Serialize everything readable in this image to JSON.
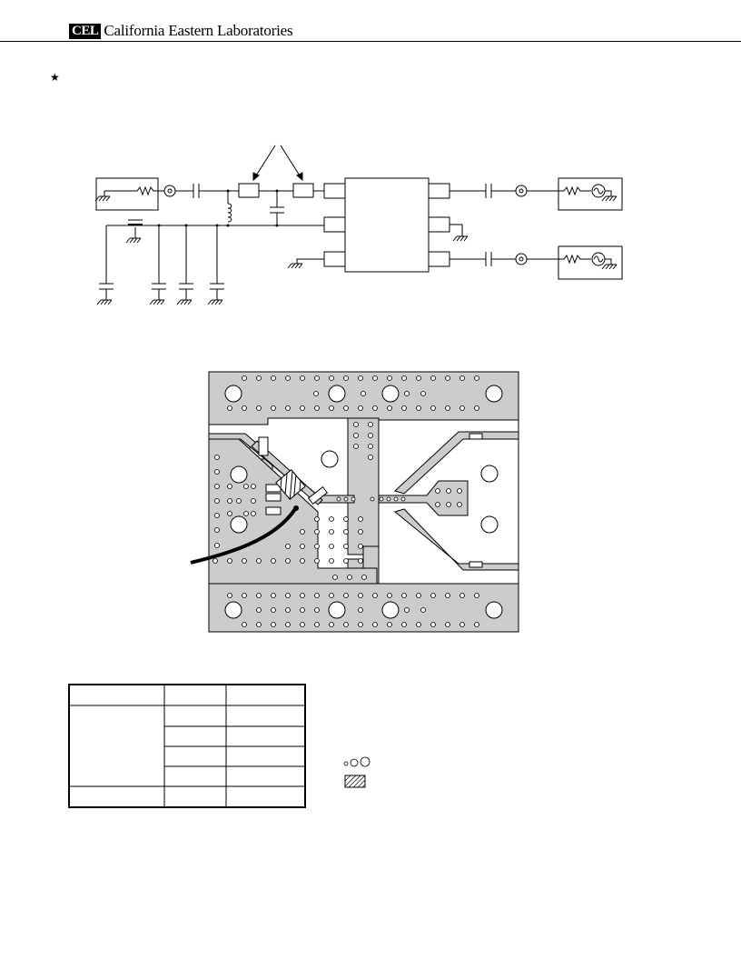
{
  "header": {
    "logo_text": "CEL",
    "company_name": "California Eastern Laboratories"
  },
  "marker": {
    "glyph": "★"
  },
  "colors": {
    "board_fill": "#cccccc",
    "line": "#000000",
    "background": "#ffffff"
  },
  "table": {
    "rows": 6,
    "cols": 3
  },
  "legend": {
    "items": [
      "via-hole-symbols",
      "hatched-pad-symbol"
    ]
  }
}
